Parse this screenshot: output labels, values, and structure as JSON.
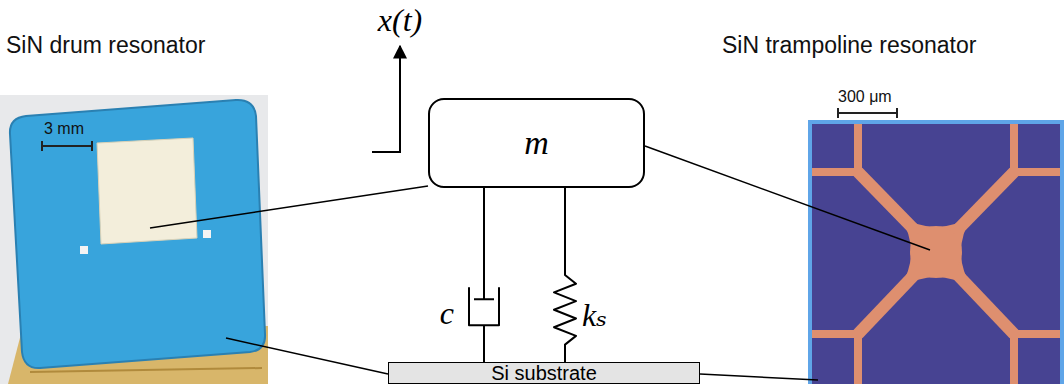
{
  "diagram": {
    "nodes": [
      {
        "text": [
          "m"
        ]
      },
      {
        "text": [
          "Si substrate"
        ]
      }
    ],
    "edges": [
      {
        "from": 0,
        "to": 1,
        "arrow": "none",
        "label": "c"
      },
      {
        "from": 0,
        "to": 1,
        "arrow": "none",
        "label": "kₛ"
      }
    ],
    "labels": [
      "x(t)",
      "SiN drum resonator",
      "SiN trampoline resonator",
      "3 mm",
      "300 μm"
    ]
  }
}
